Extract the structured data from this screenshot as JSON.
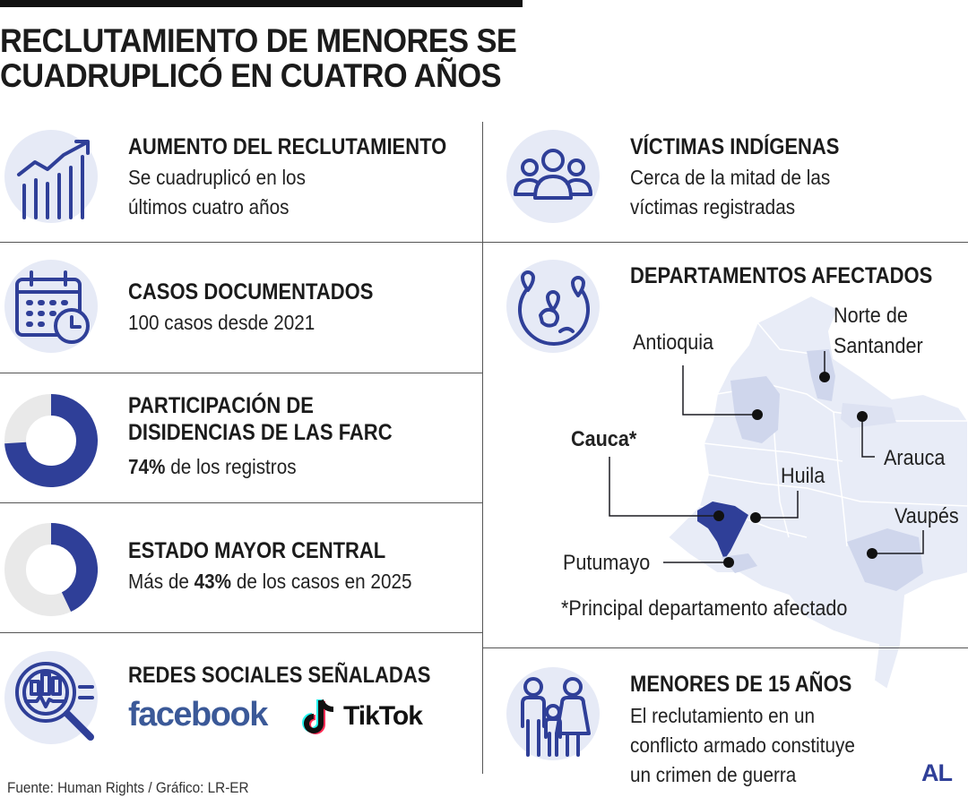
{
  "title": {
    "line1": "RECLUTAMIENTO DE MENORES SE",
    "line2": "CUADRUPLICÓ EN CUATRO AÑOS"
  },
  "colors": {
    "accent": "#2f3f98",
    "icon_bg": "#e6eaf6",
    "map_light": "#e8ecf7",
    "map_mid": "#cfd6ec",
    "donut_track": "#e9e9e9"
  },
  "items": {
    "aumento": {
      "icon": "trend-chart-icon",
      "heading": "AUMENTO DEL RECLUTAMIENTO",
      "line1": "Se cuadruplicó en los",
      "line2": "últimos cuatro años"
    },
    "casos": {
      "icon": "calendar-clock-icon",
      "heading": "CASOS DOCUMENTADOS",
      "line1": "100 casos desde 2021"
    },
    "farc": {
      "icon": "donut-chart",
      "percent": 74,
      "heading_line1": "PARTICIPACIÓN DE",
      "heading_line2": "DISIDENCIAS DE LAS FARC",
      "value": "74%",
      "line_rest": " de los registros"
    },
    "emc": {
      "icon": "donut-chart",
      "percent": 43,
      "heading": "ESTADO MAYOR CENTRAL",
      "pre": "Más de ",
      "value": "43%",
      "post": " de los casos en 2025"
    },
    "redes": {
      "icon": "magnifier-chart-icon",
      "heading": "REDES SOCIALES SEÑALADAS",
      "facebook": "facebook",
      "tiktok": "TikTok"
    },
    "indigenas": {
      "icon": "group-people-icon",
      "heading": "VÍCTIMAS INDÍGENAS",
      "line1": "Cerca de la mitad de las",
      "line2": "víctimas registradas"
    },
    "departamentos": {
      "icon": "globe-pins-icon",
      "heading": "DEPARTAMENTOS AFECTADOS"
    },
    "menores": {
      "icon": "family-icon",
      "heading": "MENORES DE 15 AÑOS",
      "line1": "El reclutamiento en un",
      "line2": "conflicto armado constituye",
      "line3": "un crimen de guerra"
    }
  },
  "map": {
    "labels": {
      "norte1": "Norte de",
      "norte2": "Santander",
      "antioquia": "Antioquia",
      "arauca": "Arauca",
      "cauca": "Cauca*",
      "huila": "Huila",
      "vaupes": "Vaupés",
      "putumayo": "Putumayo"
    },
    "footnote": "*Principal departamento afectado"
  },
  "source": "Fuente: Human Rights / Gráfico: LR-ER",
  "logo": "AL"
}
